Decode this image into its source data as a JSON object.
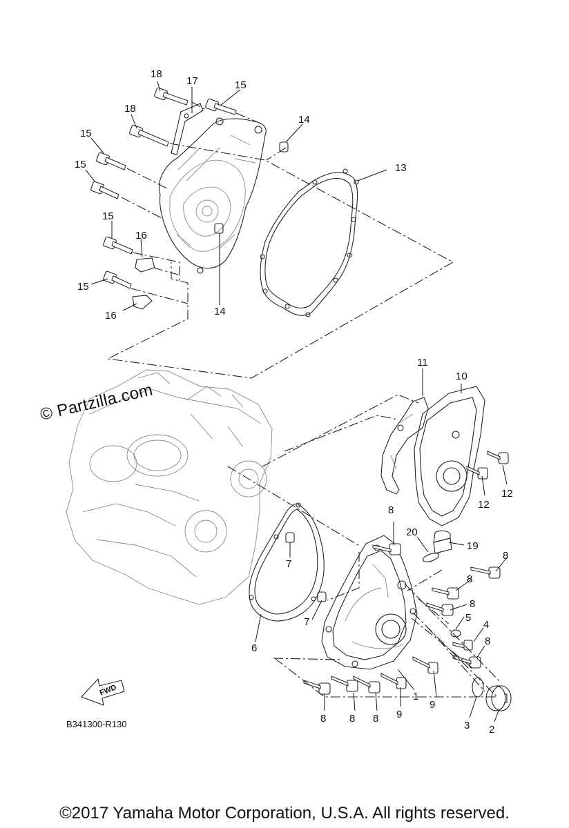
{
  "watermark": "© Partzilla.com",
  "reference_code": "B341300-R130",
  "copyright": "©2017 Yamaha Motor Corporation, U.S.A. All rights reserved.",
  "direction_label": "FWD",
  "callouts": [
    "1",
    "2",
    "3",
    "4",
    "5",
    "6",
    "7",
    "7",
    "8",
    "8",
    "8",
    "8",
    "8",
    "8",
    "8",
    "8",
    "9",
    "9",
    "10",
    "11",
    "12",
    "12",
    "13",
    "14",
    "14",
    "15",
    "15",
    "15",
    "15",
    "15",
    "16",
    "16",
    "17",
    "18",
    "18",
    "19",
    "20"
  ]
}
